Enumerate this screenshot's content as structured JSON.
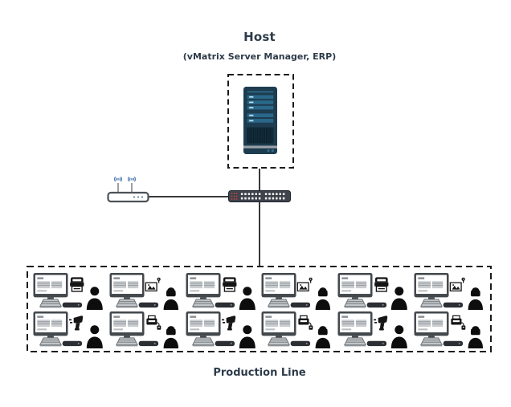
{
  "host": {
    "title": "Host",
    "subtitle": "(vMatrix Server Manager, ERP)"
  },
  "production": {
    "label": "Production Line",
    "rows": 2,
    "columns": 6,
    "workstations": [
      {
        "peripheral": "printer",
        "operator": "male"
      },
      {
        "peripheral": "camera",
        "operator": "female"
      },
      {
        "peripheral": "printer",
        "operator": "male"
      },
      {
        "peripheral": "camera",
        "operator": "female"
      },
      {
        "peripheral": "printer",
        "operator": "male"
      },
      {
        "peripheral": "camera",
        "operator": "female"
      },
      {
        "peripheral": "barcode-scanner",
        "operator": "male"
      },
      {
        "peripheral": "label-printer",
        "operator": "female"
      },
      {
        "peripheral": "barcode-scanner",
        "operator": "male"
      },
      {
        "peripheral": "label-printer",
        "operator": "female"
      },
      {
        "peripheral": "barcode-scanner",
        "operator": "male"
      },
      {
        "peripheral": "label-printer",
        "operator": "female"
      }
    ]
  },
  "icons": {
    "server": "server-tower-icon",
    "access_point": "wireless-access-point-icon",
    "switch": "network-switch-icon",
    "computer": "desktop-computer-icon",
    "printer": "printer-icon",
    "camera": "inspection-camera-icon",
    "barcode_scanner": "barcode-scanner-icon",
    "label_printer": "label-printer-icon",
    "male": "male-operator-icon",
    "female": "female-operator-icon"
  },
  "colors": {
    "text": "#2d3b49",
    "server_body": "#1e3c4f",
    "server_bay": "#2a688a",
    "wifi_blue": "#3b6ba6",
    "led_red": "#cf4334",
    "cable": "#3a3a3a",
    "dashed_border": "#1b1b1b"
  }
}
